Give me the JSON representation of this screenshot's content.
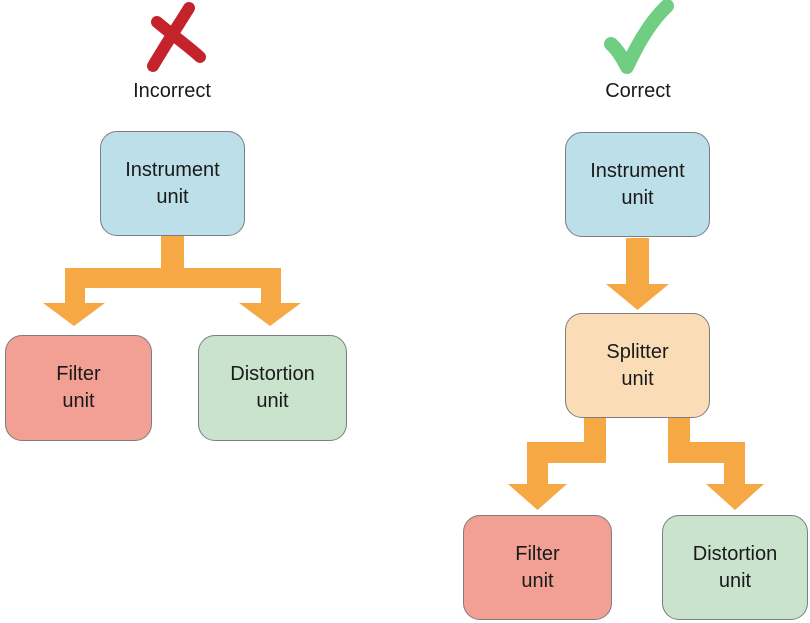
{
  "diagram": {
    "incorrect": {
      "label": "Incorrect",
      "icon": "x-mark",
      "nodes": {
        "instrument": {
          "label": "Instrument\nunit"
        },
        "filter": {
          "label": "Filter\nunit"
        },
        "distortion": {
          "label": "Distortion\nunit"
        }
      }
    },
    "correct": {
      "label": "Correct",
      "icon": "checkmark",
      "nodes": {
        "instrument": {
          "label": "Instrument\nunit"
        },
        "splitter": {
          "label": "Splitter\nunit"
        },
        "filter": {
          "label": "Filter\nunit"
        },
        "distortion": {
          "label": "Distortion\nunit"
        }
      }
    }
  },
  "colors": {
    "instrument_fill": "#BCDFE9",
    "filter_fill": "#F1A093",
    "distortion_fill": "#C9E3CD",
    "splitter_fill": "#FADCB6",
    "box_border": "#7C7D80",
    "arrow": "#F6A845",
    "x_mark": "#C5232B",
    "checkmark": "#6FCE81",
    "text": "#1A1A1A",
    "background": "#FFFFFF"
  }
}
